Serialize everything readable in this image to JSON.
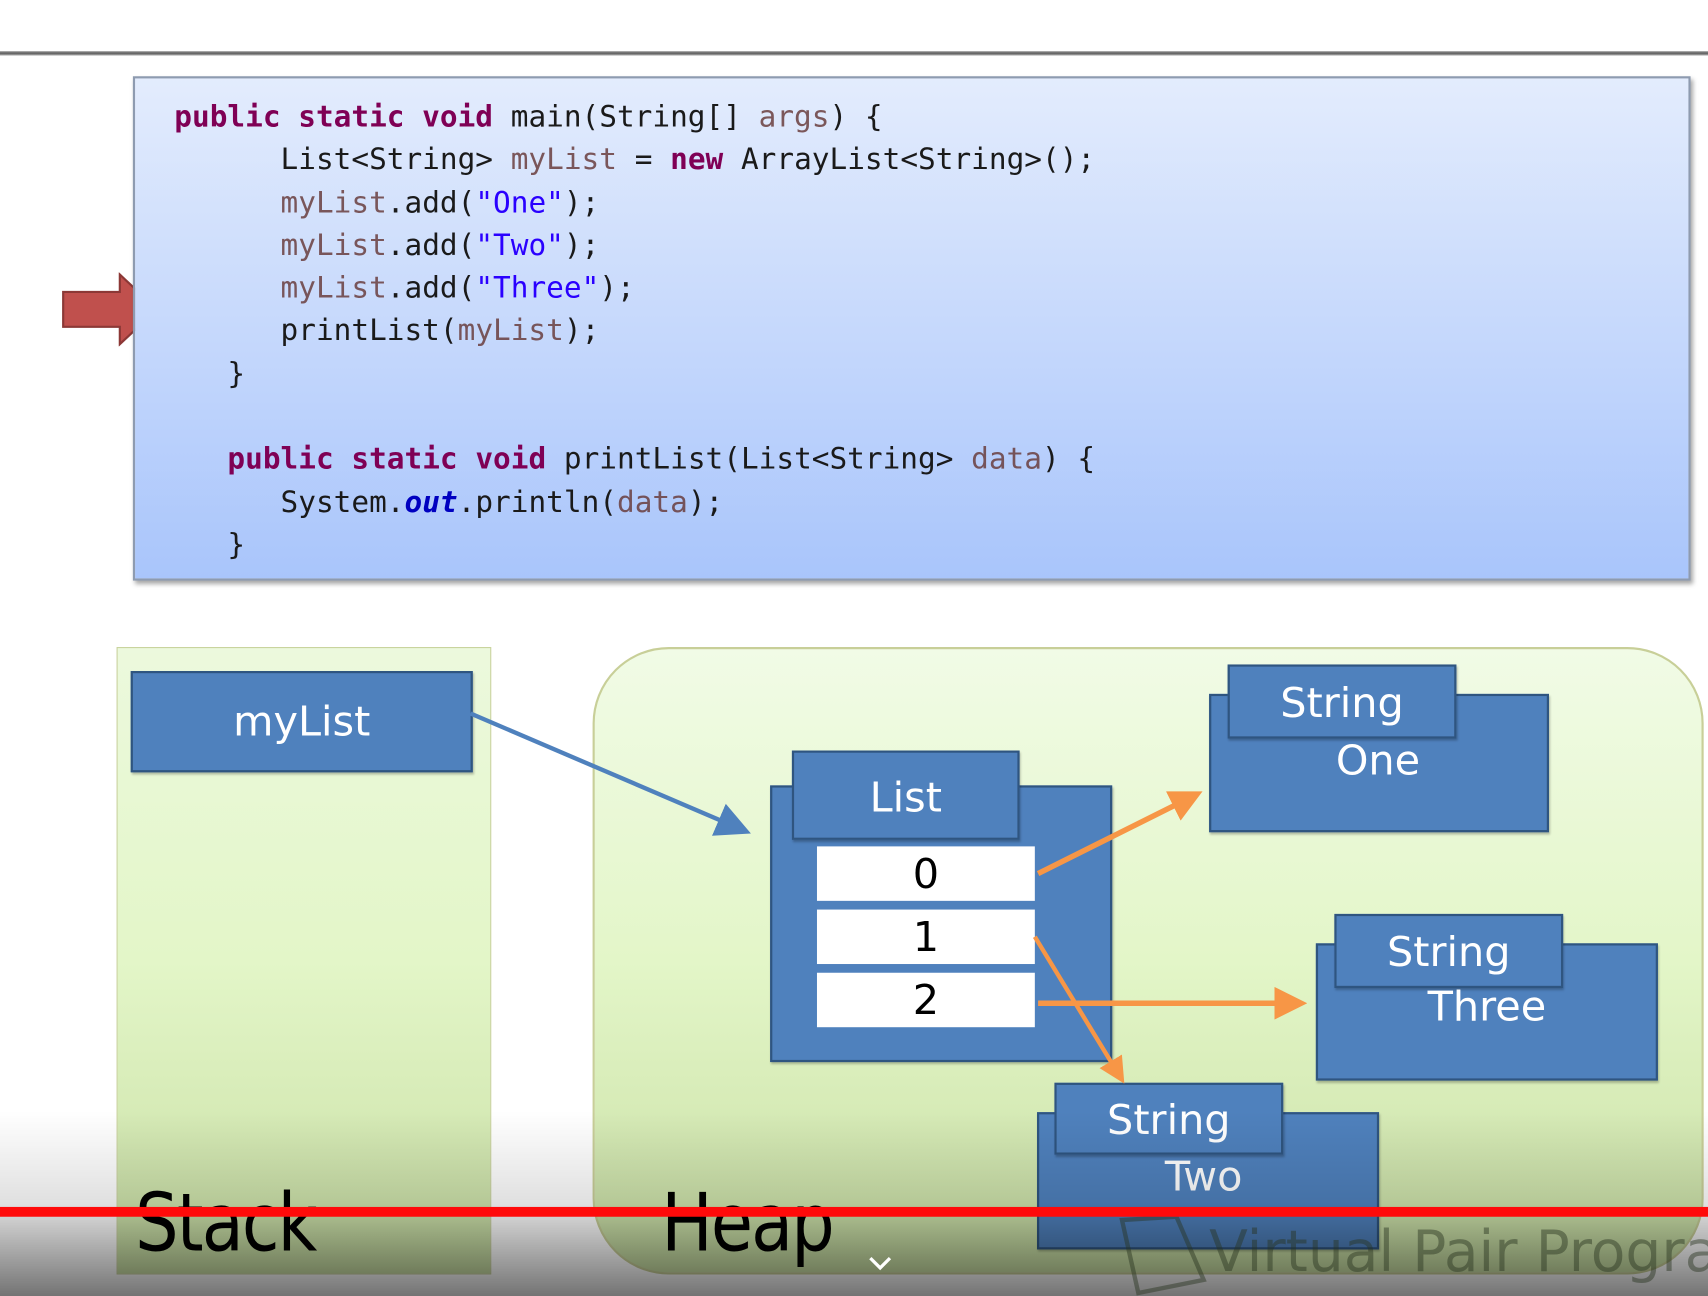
{
  "code": {
    "lines": [
      [
        {
          "t": "public static void",
          "c": "kw"
        },
        {
          "t": " main(String[] "
        },
        {
          "t": "args",
          "c": "var"
        },
        {
          "t": ") {"
        }
      ],
      [
        {
          "t": "      List<String> "
        },
        {
          "t": "myList",
          "c": "var"
        },
        {
          "t": " = "
        },
        {
          "t": "new",
          "c": "kw"
        },
        {
          "t": " ArrayList<String>();"
        }
      ],
      [
        {
          "t": "      "
        },
        {
          "t": "myList",
          "c": "var"
        },
        {
          "t": ".add("
        },
        {
          "t": "\"One\"",
          "c": "str"
        },
        {
          "t": ");"
        }
      ],
      [
        {
          "t": "      "
        },
        {
          "t": "myList",
          "c": "var"
        },
        {
          "t": ".add("
        },
        {
          "t": "\"Two\"",
          "c": "str"
        },
        {
          "t": ");"
        }
      ],
      [
        {
          "t": "      "
        },
        {
          "t": "myList",
          "c": "var"
        },
        {
          "t": ".add("
        },
        {
          "t": "\"Three\"",
          "c": "str"
        },
        {
          "t": ");"
        }
      ],
      [
        {
          "t": "      printList("
        },
        {
          "t": "myList",
          "c": "var"
        },
        {
          "t": ");"
        }
      ],
      [
        {
          "t": "   }"
        }
      ],
      [
        {
          "t": ""
        }
      ],
      [
        {
          "t": "   "
        },
        {
          "t": "public static void",
          "c": "kw"
        },
        {
          "t": " printList(List<String> "
        },
        {
          "t": "data",
          "c": "var"
        },
        {
          "t": ") {"
        }
      ],
      [
        {
          "t": "      System."
        },
        {
          "t": "out",
          "c": "fld"
        },
        {
          "t": ".println("
        },
        {
          "t": "data",
          "c": "var"
        },
        {
          "t": ");"
        }
      ],
      [
        {
          "t": "   }"
        }
      ]
    ],
    "current_line_indicator": "red-arrow-icon"
  },
  "diagram": {
    "stack_label": "Stack",
    "heap_label": "Heap",
    "stack_var": "myList",
    "list": {
      "title": "List",
      "indices": [
        "0",
        "1",
        "2"
      ]
    },
    "strings": [
      {
        "type": "String",
        "value": "One"
      },
      {
        "type": "String",
        "value": "Three"
      },
      {
        "type": "String",
        "value": "Two"
      }
    ],
    "references": [
      {
        "from": "myList",
        "to": "List"
      },
      {
        "from": "0",
        "to": "One"
      },
      {
        "from": "1",
        "to": "Two"
      },
      {
        "from": "2",
        "to": "Three"
      }
    ]
  },
  "video": {
    "watermark": "Virtual Pair Programmers",
    "progress_color": "#ff0a0a"
  },
  "colors": {
    "object_blue": "#4f81bd",
    "arrow_orange": "#f79646",
    "arrow_blue": "#4f81bd",
    "pointer_red": "#c0504d"
  }
}
